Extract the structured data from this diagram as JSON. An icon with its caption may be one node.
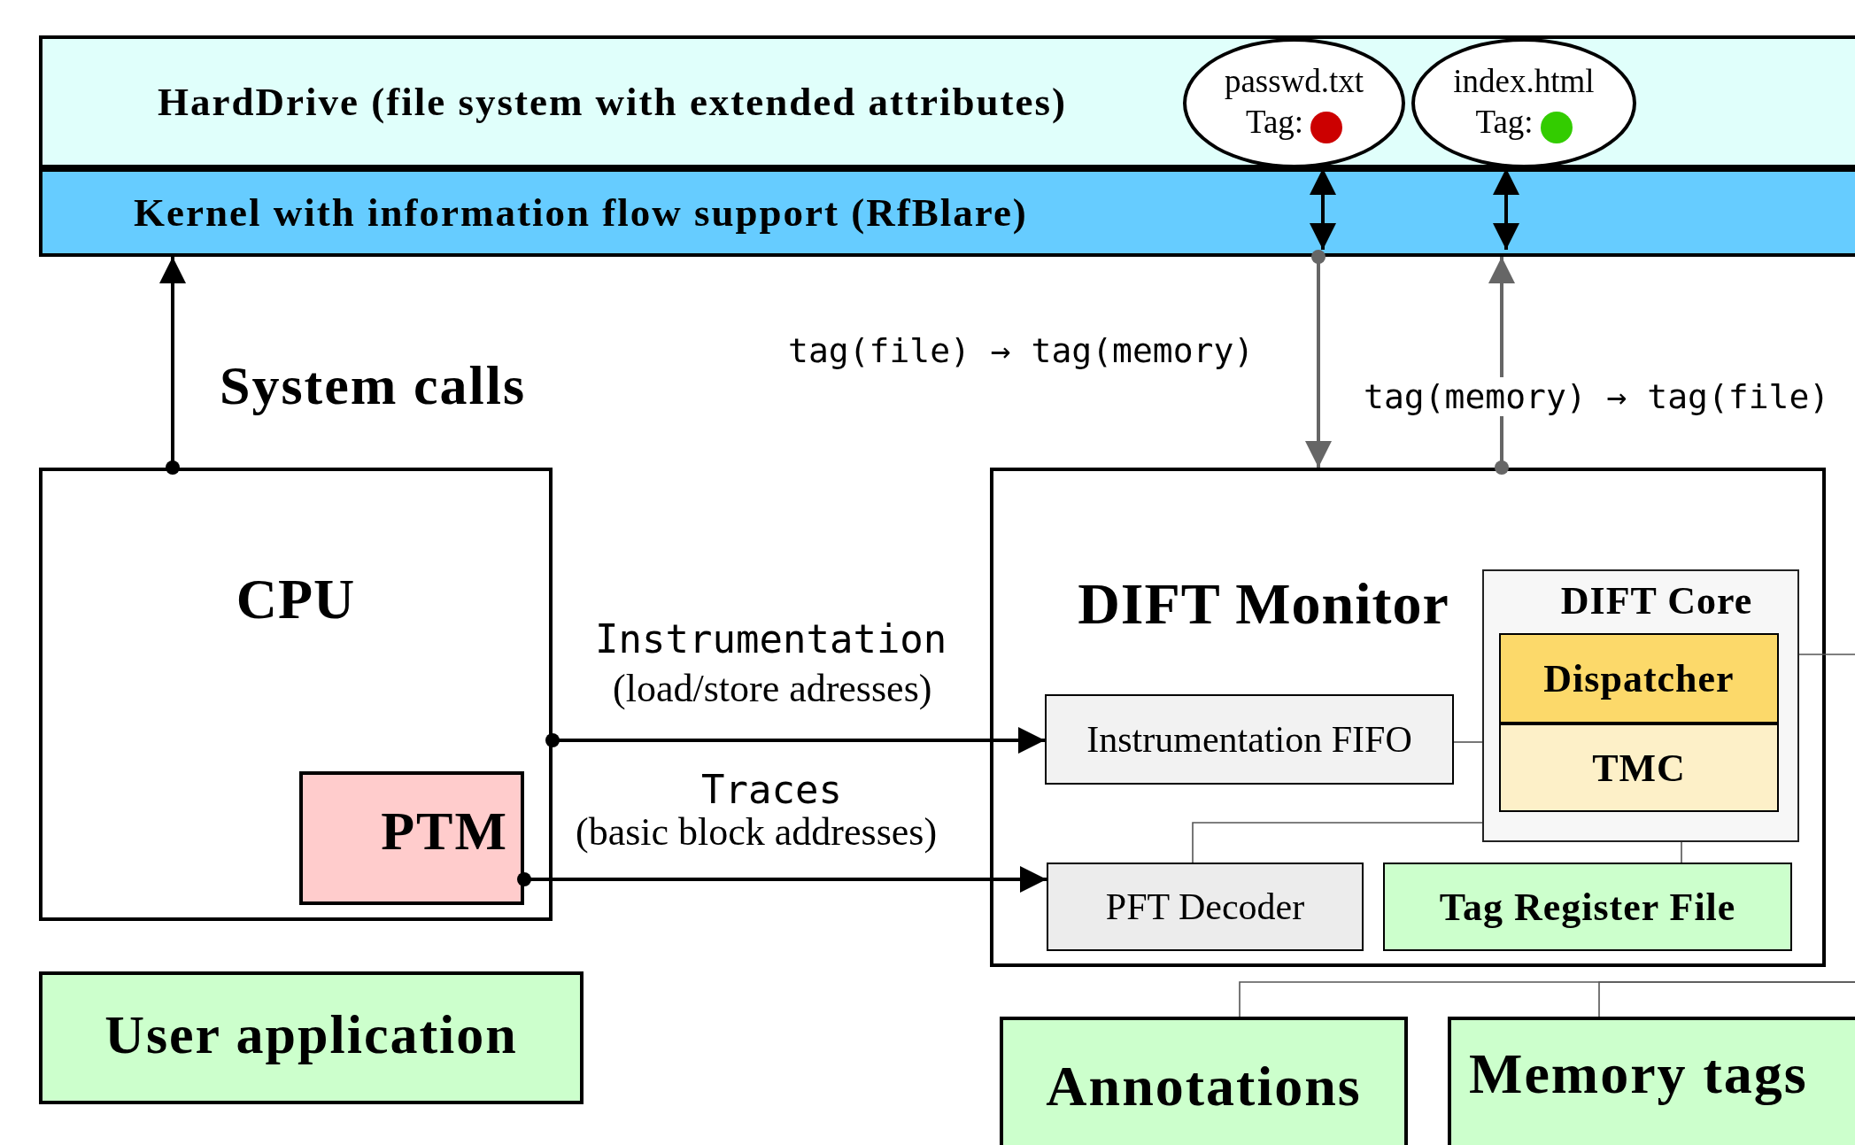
{
  "diagram": {
    "nodes": [
      {
        "text": [
          "HardDrive (file system with extended attributes)"
        ]
      },
      {
        "text": [
          "passwd.txt",
          "Tag:"
        ],
        "in": 0
      },
      {
        "text": [
          "index.html",
          "Tag:"
        ],
        "in": 0
      },
      {
        "text": [
          "Kernel with information flow support (RfBlare)"
        ]
      },
      {
        "text": [
          "CPU"
        ]
      },
      {
        "text": [
          "PTM"
        ],
        "in": 4
      },
      {
        "text": [
          "User application"
        ]
      },
      {
        "text": [
          "DIFT Monitor"
        ]
      },
      {
        "text": [
          "Instrumentation FIFO"
        ],
        "in": 7
      },
      {
        "text": [
          "DIFT Core"
        ],
        "in": 7
      },
      {
        "text": [
          "Dispatcher"
        ],
        "in": 9
      },
      {
        "text": [
          "TMC"
        ],
        "in": 9
      },
      {
        "text": [
          "PFT Decoder"
        ],
        "in": 7
      },
      {
        "text": [
          "Tag Register File"
        ],
        "in": 7
      },
      {
        "text": [
          "Annotations"
        ]
      },
      {
        "text": [
          "Memory tags"
        ]
      }
    ],
    "edges": [
      {
        "from": 4,
        "to": 3,
        "arrow": "to",
        "label": "System calls"
      },
      {
        "from": 1,
        "to": 3,
        "arrow": "both"
      },
      {
        "from": 2,
        "to": 3,
        "arrow": "both"
      },
      {
        "from": 3,
        "to": 7,
        "arrow": "to",
        "label": "tag(file) → tag(memory)",
        "color": "#666666"
      },
      {
        "from": 7,
        "to": 3,
        "arrow": "to",
        "label": "tag(memory) → tag(file)",
        "color": "#666666"
      },
      {
        "from": 4,
        "to": 8,
        "arrow": "to",
        "label": "Instrumentation"
      },
      {
        "from": 5,
        "to": 12,
        "arrow": "to",
        "label": "Traces"
      },
      {
        "from": 8,
        "to": 9,
        "arrow": "none",
        "color": "#555555"
      },
      {
        "from": 12,
        "to": 9,
        "arrow": "none",
        "color": "#555555"
      },
      {
        "from": 9,
        "to": 13,
        "arrow": "none",
        "color": "#555555"
      },
      {
        "from": 9,
        "to": null,
        "arrow": "none",
        "color": "#555555"
      },
      {
        "from": 14,
        "to": null,
        "arrow": "none",
        "color": "#555555"
      },
      {
        "from": 15,
        "to": null,
        "arrow": "none",
        "color": "#555555"
      }
    ],
    "labels": [
      "(load/store adresses)",
      "(basic block addresses)"
    ]
  }
}
